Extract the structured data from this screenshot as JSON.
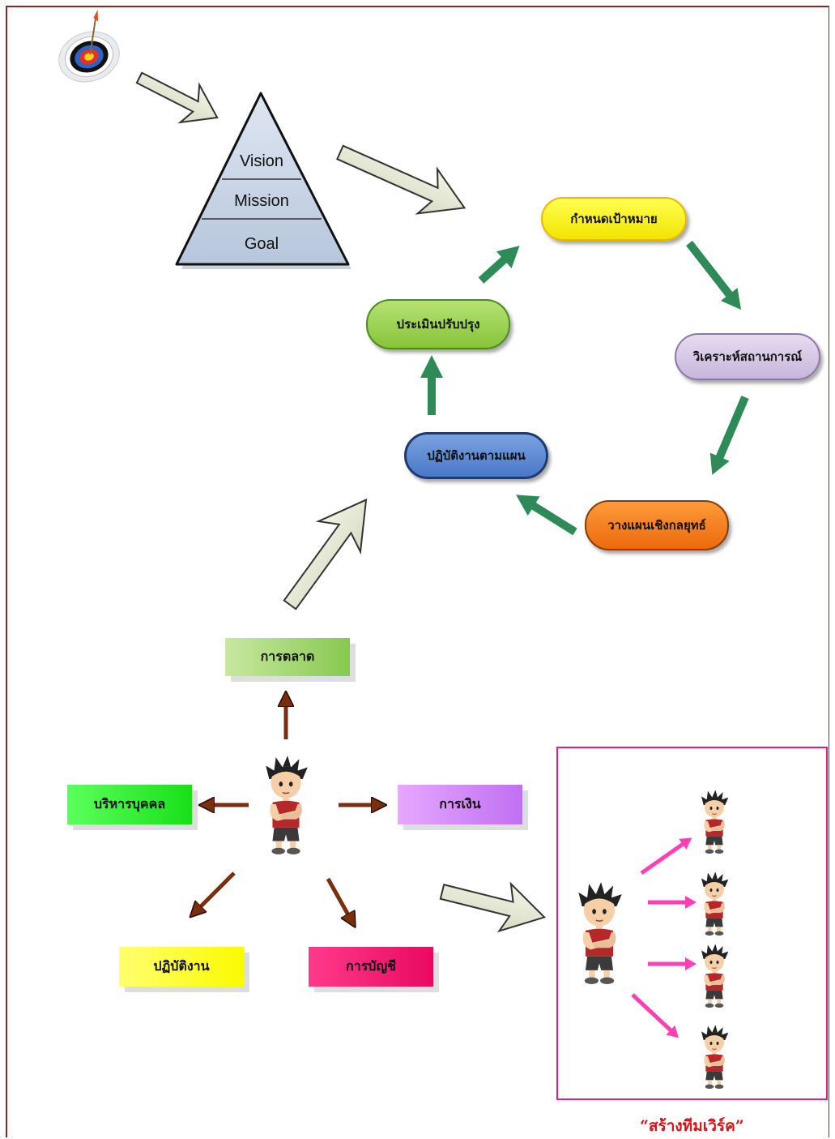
{
  "pyramid": {
    "levels": [
      "Vision",
      "Mission",
      "Goal"
    ]
  },
  "cycle": {
    "set_target": "กำหนดเป้าหมาย",
    "analyze": "วิเคราะห์สถานการณ์",
    "strategy": "วางแผนเชิงกลยุทธ์",
    "implement": "ปฏิบัติงานตามแผน",
    "evaluate": "ประเมินปรับปรุง"
  },
  "departments": {
    "marketing": "การตลาด",
    "hr": "บริหารบุคคล",
    "finance": "การเงิน",
    "operations": "ปฏิบัติงาน",
    "accounting": "การบัญชี"
  },
  "teamwork": {
    "caption": "“สร้างทีมเวิร์ค”"
  },
  "colors": {
    "border": "#8b2a22",
    "cycle_arrow": "#2e8b57",
    "dept_arrow": "#7a2e0e",
    "team_arrow": "#ff3fb4",
    "team_frame": "#e31e7f",
    "caption": "#d4121a"
  },
  "icons": [
    "target-icon",
    "person-icon"
  ]
}
